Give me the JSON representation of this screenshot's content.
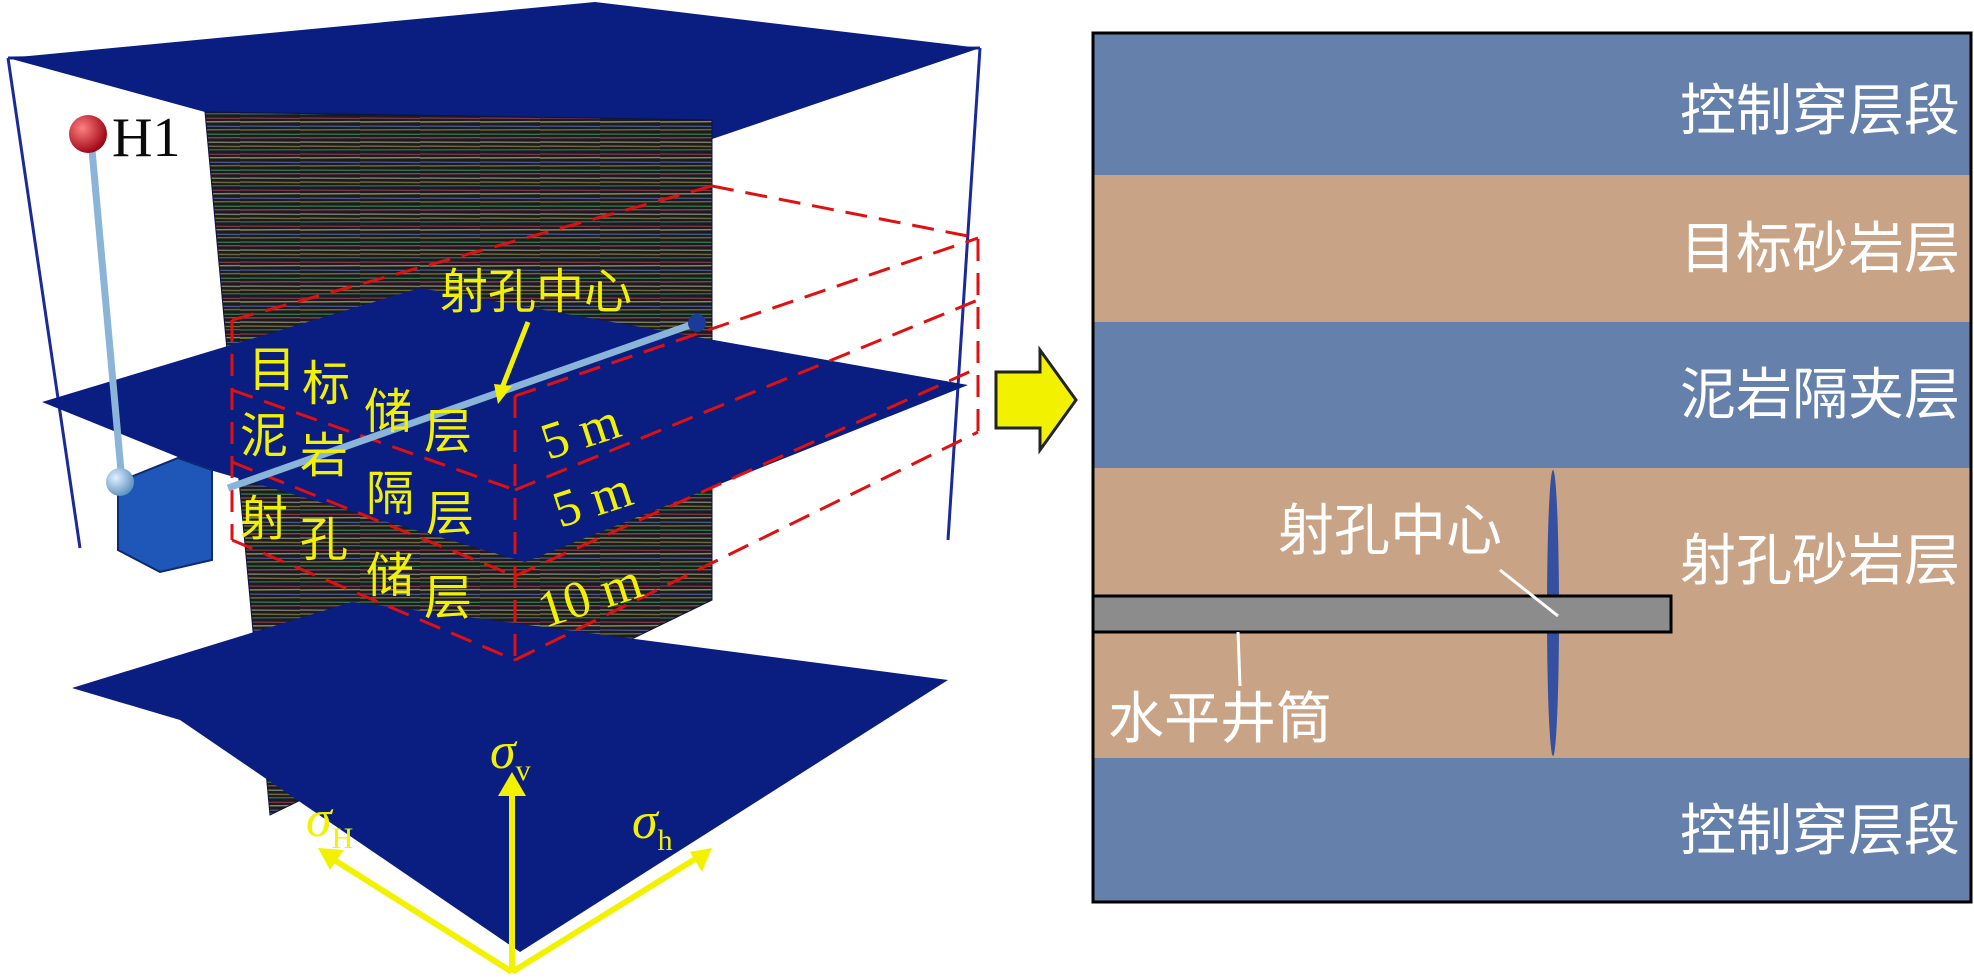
{
  "colors": {
    "plane": "#0a1d80",
    "plane_edge": "#1a2a9a",
    "frame": "#1a2a9a",
    "yellow": "#f2f200",
    "red_dash": "#e01010",
    "control_layer": "#6581ab",
    "sand_layer": "#c9a386",
    "wellbore": "#8c8c8c",
    "fracture": "#3550a0",
    "well_line": "#8ab4d8",
    "marker_red": "#c0101a",
    "marker_blue": "#7fb6e0"
  },
  "model3d": {
    "well_label": "H1",
    "perforation_label": "射孔中心",
    "layer_labels": {
      "target_reservoir": [
        "目",
        "标",
        "储",
        "层"
      ],
      "mudstone_barrier": [
        "泥",
        "岩",
        "隔",
        "层"
      ],
      "perforation_reservoir": [
        "射",
        "孔",
        "储",
        "层"
      ]
    },
    "thickness_labels": [
      "5 m",
      "5 m",
      "10 m"
    ],
    "stress_labels": {
      "vertical": "σ",
      "vertical_sub": "v",
      "max_horizontal": "σ",
      "max_horizontal_sub": "H",
      "min_horizontal": "σ",
      "min_horizontal_sub": "h"
    }
  },
  "section2d": {
    "layers": [
      {
        "name": "控制穿层段",
        "type": "control"
      },
      {
        "name": "目标砂岩层",
        "type": "sand"
      },
      {
        "name": "泥岩隔夹层",
        "type": "control"
      },
      {
        "name": "射孔砂岩层",
        "type": "sand"
      },
      {
        "name": "控制穿层段",
        "type": "control"
      }
    ],
    "perforation_label": "射孔中心",
    "wellbore_label": "水平井筒"
  }
}
